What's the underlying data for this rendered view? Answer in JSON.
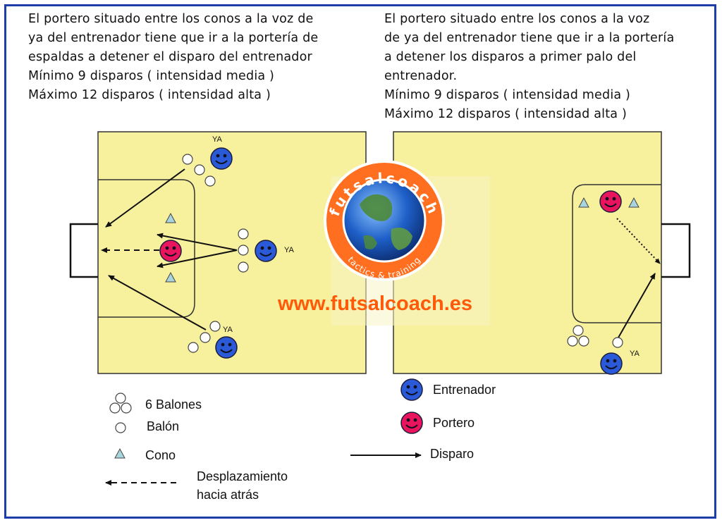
{
  "colors": {
    "field": "#f7f09c",
    "coach": "#2b5ad8",
    "goalkeeper": "#e8145e",
    "cone": "#a8d5dd",
    "website": "#ff5a0a",
    "frame": "#1d3ea8"
  },
  "left_drill": {
    "lines": [
      "El portero situado entre los conos a la voz de",
      "ya del entrenador tiene que ir a la portería de",
      "espaldas a detener el disparo del entrenador",
      "Mínimo  9 disparos ( intensidad media )",
      "Máximo 12 disparos ( intensidad alta )"
    ],
    "ya_top": "YA",
    "ya_middle": "YA",
    "ya_bottom": "YA"
  },
  "right_drill": {
    "lines": [
      "El portero situado entre los conos a la voz",
      "de ya del entrenador tiene que ir a la portería",
      "a detener los disparos a primer palo del",
      "entrenador.",
      "Mínimo  9 disparos ( intensidad media )",
      "Máximo 12 disparos ( intensidad alta )"
    ],
    "ya": "YA"
  },
  "logo": {
    "brand_text": "futsalcoach",
    "tagline": "tactics & training",
    "website": "www.futsalcoach.es"
  },
  "legend": {
    "six_balls": "6 Balones",
    "ball": "Balón",
    "cone": "Cono",
    "backward_line1": "Desplazamiento",
    "backward_line2": "hacia atrás",
    "coach": "Entrenador",
    "goalkeeper": "Portero",
    "shot": "Disparo"
  }
}
